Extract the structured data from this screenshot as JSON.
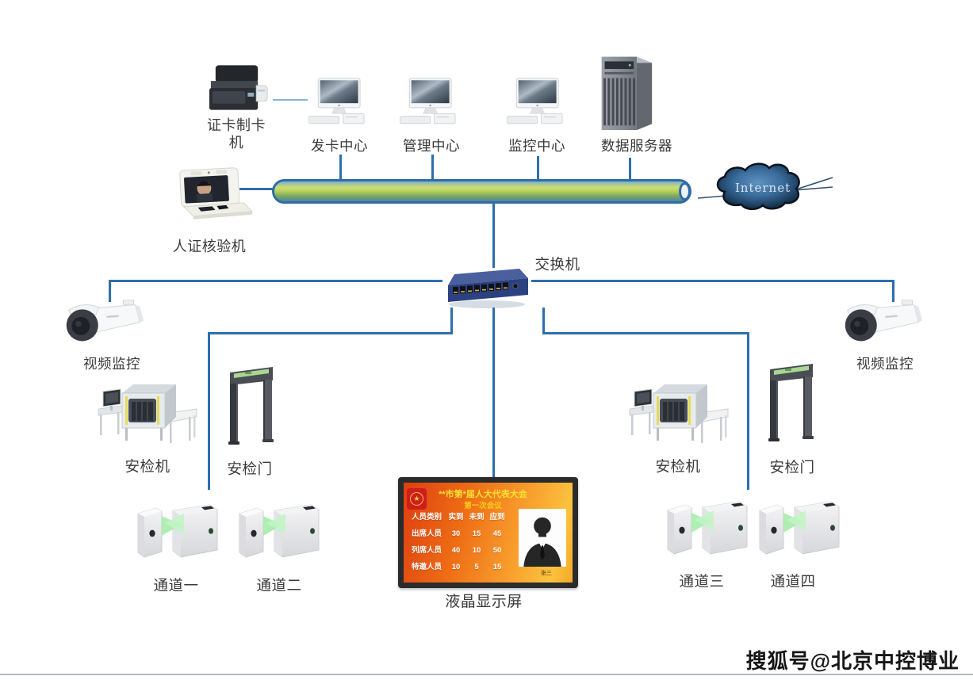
{
  "labels": {
    "card_printer": "证卡制卡机",
    "issuing_center": "发卡中心",
    "management_center": "管理中心",
    "monitoring_center": "监控中心",
    "data_server": "数据服务器",
    "internet": "Internet",
    "id_verifier": "人证核验机",
    "switch": "交换机",
    "video_left": "视频监控",
    "video_right": "视频监控",
    "xray_left": "安检机",
    "xray_right": "安检机",
    "gate_left": "安检门",
    "gate_right": "安检门",
    "lane1": "通道一",
    "lane2": "通道二",
    "lane3": "通道三",
    "lane4": "通道四",
    "lcd": "液晶显示屏"
  },
  "lcd_screen": {
    "title": "**市第*届人大代表大会",
    "subtitle": "第一次会议",
    "table": {
      "headers": [
        "人员类别",
        "实到",
        "未到",
        "应到"
      ],
      "rows": [
        [
          "出席人员",
          "30",
          "15",
          "45"
        ],
        [
          "列席人员",
          "40",
          "10",
          "50"
        ],
        [
          "特邀人员",
          "10",
          "5",
          "15"
        ]
      ]
    },
    "photo_caption": "张三"
  },
  "watermark": "搜狐号@北京中控博业",
  "icons": {
    "emblem_star": "★"
  },
  "colors": {
    "wire_blue": "#2d6fae",
    "bus_outline": "#2f6da8",
    "bus_green": "#b5d05c",
    "screen_orange": "#ee6d15",
    "title_yellow": "#ffe232",
    "cloud_navy": "#16344f",
    "switch_blue": "#2c417f",
    "flap_green": "#a5ecaa"
  }
}
